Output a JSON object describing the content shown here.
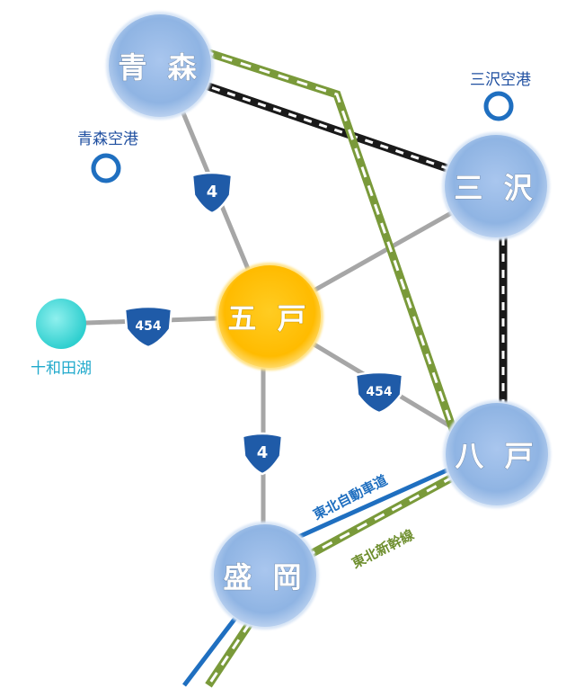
{
  "cities": {
    "aomori": "青 森",
    "misawa": "三 沢",
    "gonohe": "五 戸",
    "hachinohe": "八 戸",
    "morioka": "盛 岡"
  },
  "airports": {
    "aomori": "青森空港",
    "misawa": "三沢空港"
  },
  "lake": "十和田湖",
  "routes": {
    "r4_north": "4",
    "r4_south": "4",
    "r454_west": "454",
    "r454_east": "454"
  },
  "lines": {
    "expressway": "東北自動車道",
    "shinkansen": "東北新幹線"
  },
  "colors": {
    "city": "#8fb4e3",
    "hub": "#ffbf00",
    "road": "#a6a6a6",
    "route_shield": "#1f5ba8",
    "expressway": "#1f6fc0",
    "shinkansen": "#7a9a3a",
    "rail": "#1a1a1a",
    "lake": "#40d8d8",
    "airport": "#1f6fc0"
  }
}
